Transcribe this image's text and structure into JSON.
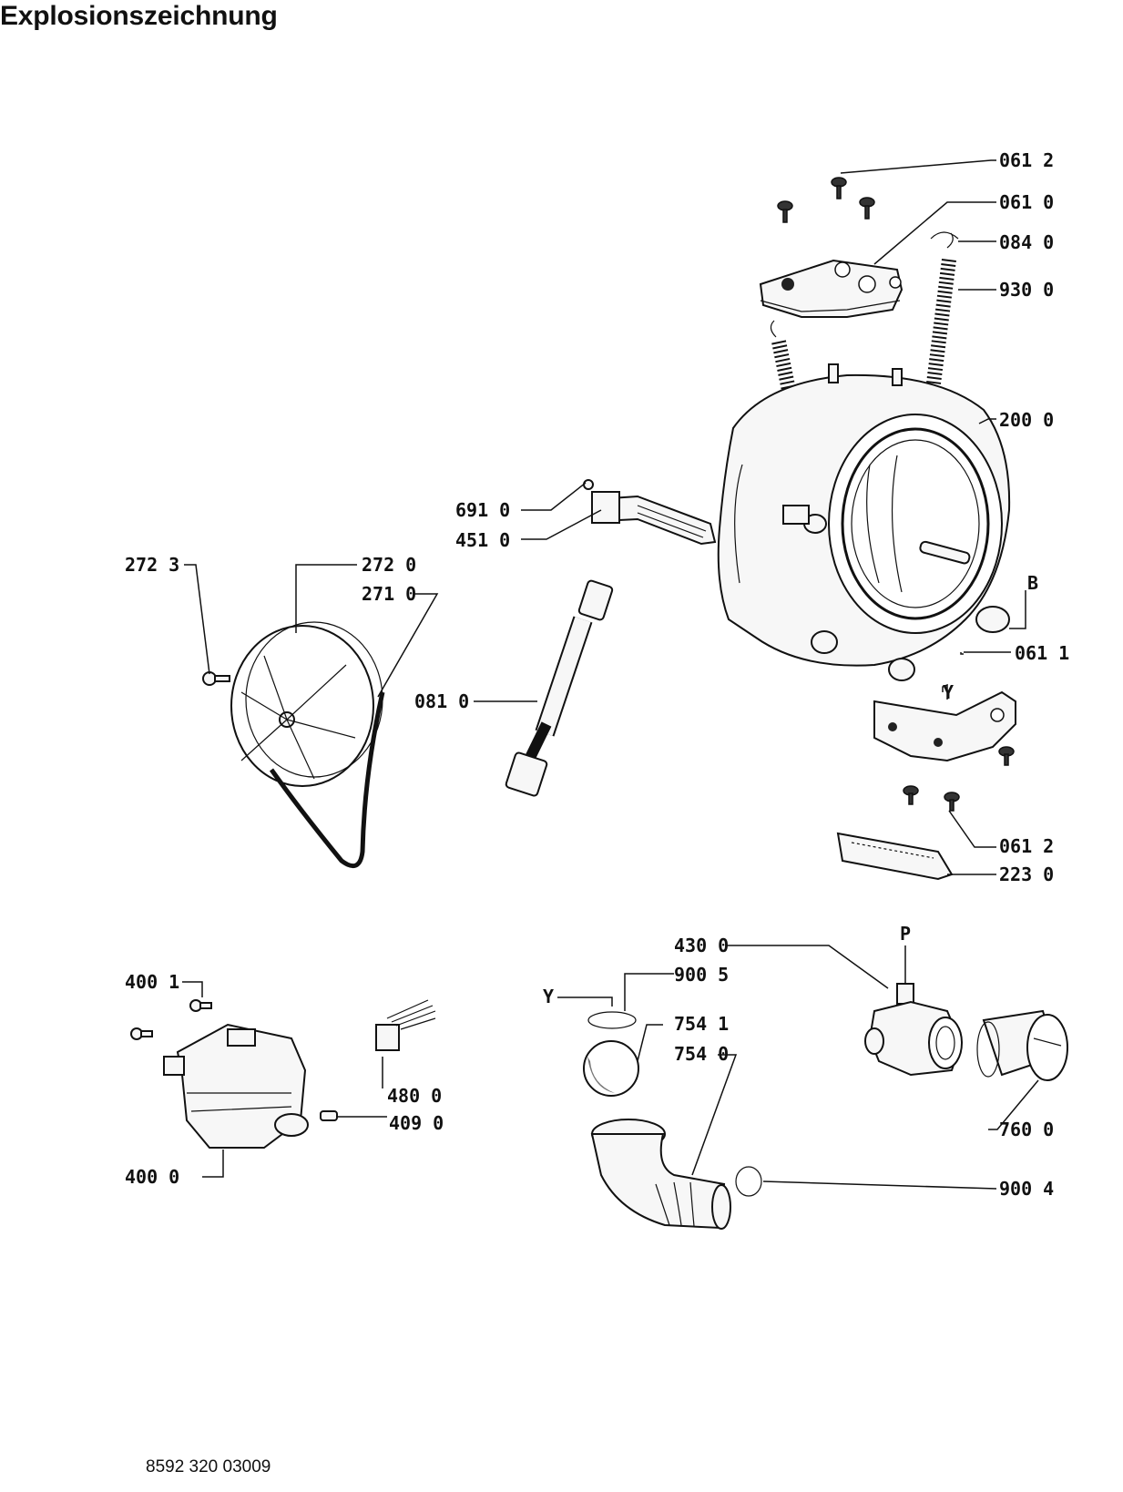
{
  "title": "Explosionszeichnung",
  "footer": "8592 320 03009",
  "labels": {
    "screw_top": "061 2",
    "cover_bracket": "061 0",
    "hook_clip": "084 0",
    "spring": "930 0",
    "tub": "200 0",
    "sensor": "691 0",
    "heater": "451 0",
    "belt_screw": "272 3",
    "pulley": "272 0",
    "belt": "271 0",
    "damper": "081 0",
    "marker_b": "B",
    "bracket_side": "061 1",
    "marker_y_tub": "Y",
    "screw_bottom": "061 2",
    "weight": "223 0",
    "pump": "430 0",
    "marker_p": "P",
    "gasket": "900 5",
    "marker_y_hose": "Y",
    "ball": "754 1",
    "hose": "754 0",
    "filter": "760 0",
    "clamp": "900 4",
    "motor_screw": "400 1",
    "capacitor": "480 0",
    "motor_plug": "409 0",
    "motor": "400 0"
  }
}
